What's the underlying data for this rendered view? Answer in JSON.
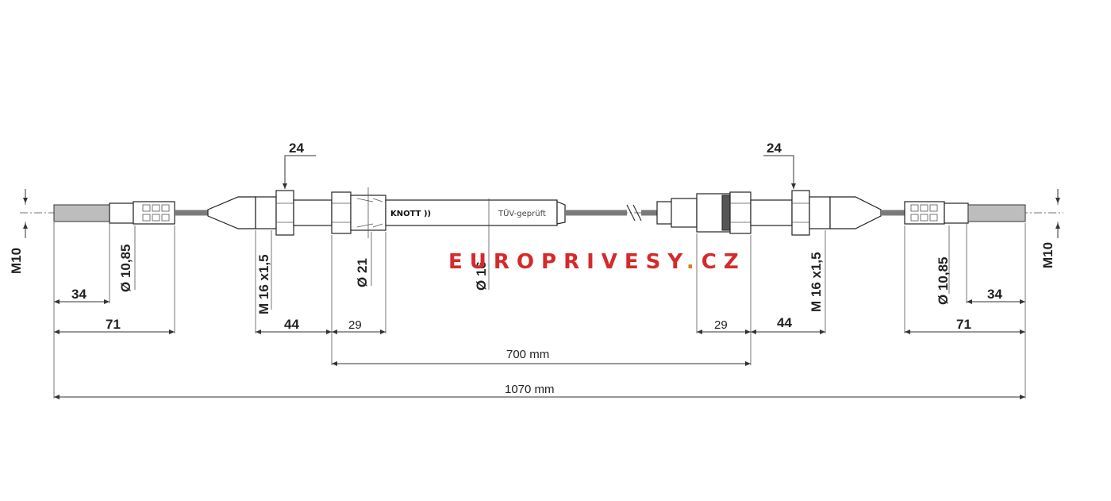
{
  "watermark": {
    "text_before": "EUR",
    "text_accent": "O",
    "text_after": "PRIVESY",
    "text_dot": ".",
    "text_tld": "CZ",
    "color_main": "#d62a2a",
    "color_dot": "#e07a1a"
  },
  "labels": {
    "brand": "KNOTT ))",
    "tuv": "TÜV-geprüft",
    "wrench_left": "24",
    "wrench_right": "24",
    "thread_end_left": "M10",
    "thread_end_right": "M10",
    "dia_end_left": "Ø 10,85",
    "dia_end_right": "Ø 10,85",
    "thread_adj_left": "M 16 x1,5",
    "thread_adj_right": "M 16 x1,5",
    "dia_fitting": "Ø 21",
    "dia_sleeve": "Ø 16",
    "len_34_left": "34",
    "len_71_left": "71",
    "len_44_left": "44",
    "len_29_left": "29",
    "len_29_right": "29",
    "len_44_right": "44",
    "len_71_right": "71",
    "len_34_right": "34",
    "len_sheath": "700 mm",
    "len_total": "1070 mm"
  }
}
